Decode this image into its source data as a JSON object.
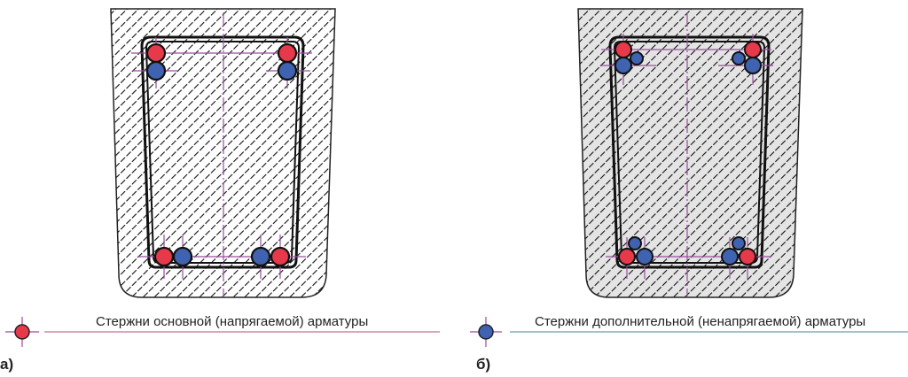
{
  "legend": {
    "main_bars": "Стержни основной (напрягаемой) арматуры",
    "additional_bars": "Стержни дополнительной (ненапрягаемой) арматуры"
  },
  "figures": {
    "a_label": "а)",
    "b_label": "б)"
  },
  "colors": {
    "main_bar": "#e8394a",
    "additional_bar": "#3f63b0",
    "axis": "#9a4ca0",
    "main_line": "#c98aa8",
    "additional_line": "#8aaab8"
  }
}
